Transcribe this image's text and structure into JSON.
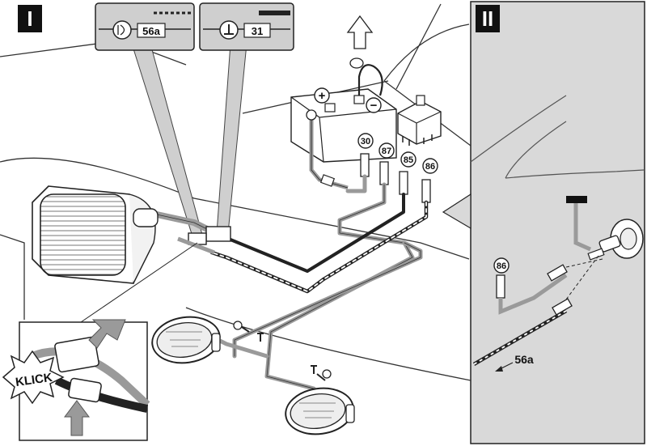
{
  "panels": {
    "left": "I",
    "right": "II"
  },
  "callouts": {
    "headlight_term": "56a",
    "ground_term": "31"
  },
  "relay_terminals": [
    "30",
    "87",
    "85",
    "86"
  ],
  "inset_terminal": "86",
  "wire_label": "56a",
  "click_text": "KLICK",
  "battery_signs": {
    "plus": "+",
    "minus": "−"
  },
  "colors": {
    "panel_bg": "#d9d9d9",
    "line": "#222222",
    "wire_grey": "#9a9a9a",
    "tag_bg": "#111111"
  }
}
